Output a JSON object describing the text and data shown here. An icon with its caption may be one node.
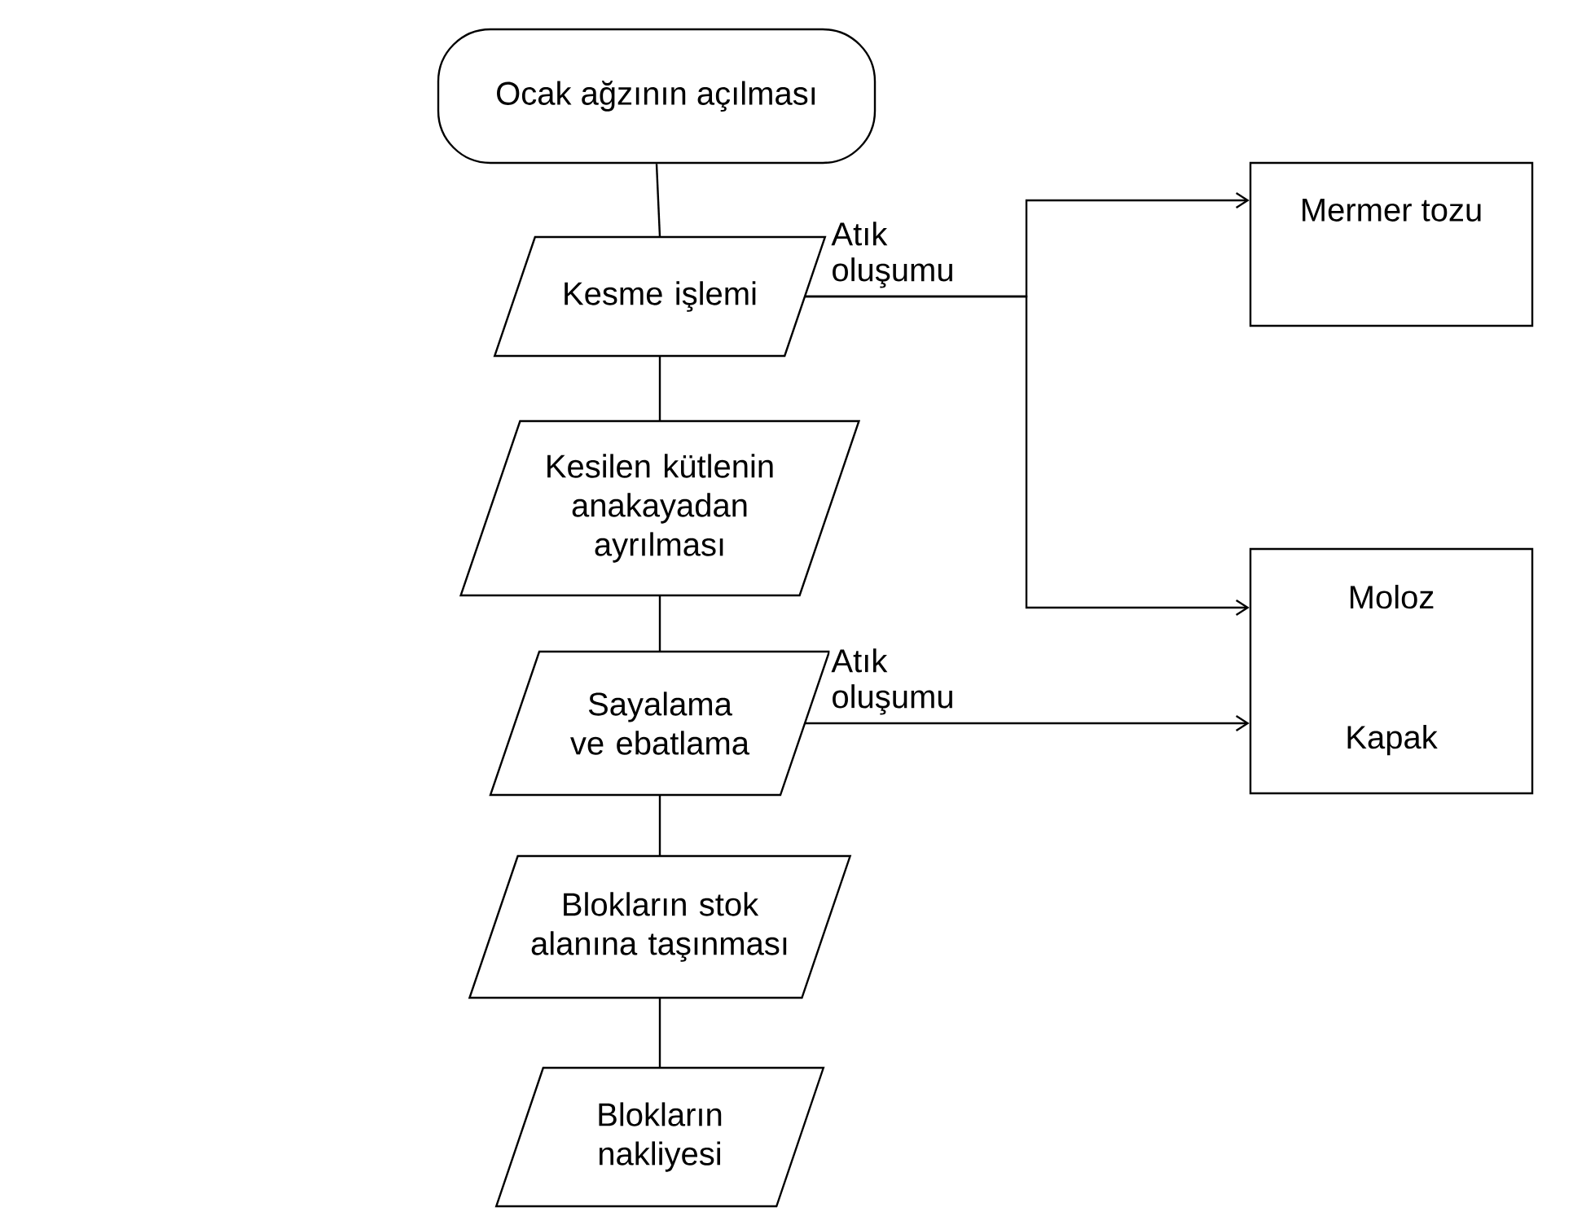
{
  "diagram": {
    "nodes": [
      {
        "text": [
          "Ocak ağzının açılması"
        ]
      },
      {
        "text": [
          "Kesme işlemi"
        ]
      },
      {
        "text": [
          "Kesilen kütlenin anakayadan ayrılması"
        ]
      },
      {
        "text": [
          "Sayalama ve ebatlama"
        ]
      },
      {
        "text": [
          "Blokların stok alanına taşınması"
        ]
      },
      {
        "text": [
          "Blokların nakliyesi"
        ]
      },
      {
        "text": [
          "Mermer tozu"
        ]
      },
      {
        "text": [
          "Moloz",
          "Kapak"
        ]
      }
    ],
    "edges": [
      {
        "from": 0,
        "to": 1,
        "arrow": "none"
      },
      {
        "from": 1,
        "to": 2,
        "arrow": "none"
      },
      {
        "from": 2,
        "to": 3,
        "arrow": "none"
      },
      {
        "from": 3,
        "to": 4,
        "arrow": "none"
      },
      {
        "from": 4,
        "to": 5,
        "arrow": "none"
      },
      {
        "from": 1,
        "to": 6,
        "arrow": "to",
        "label": "Atık oluşumu"
      },
      {
        "from": 1,
        "to": 7,
        "arrow": "to"
      },
      {
        "from": 3,
        "to": 7,
        "arrow": "to",
        "label": "Atık oluşumu"
      }
    ]
  }
}
